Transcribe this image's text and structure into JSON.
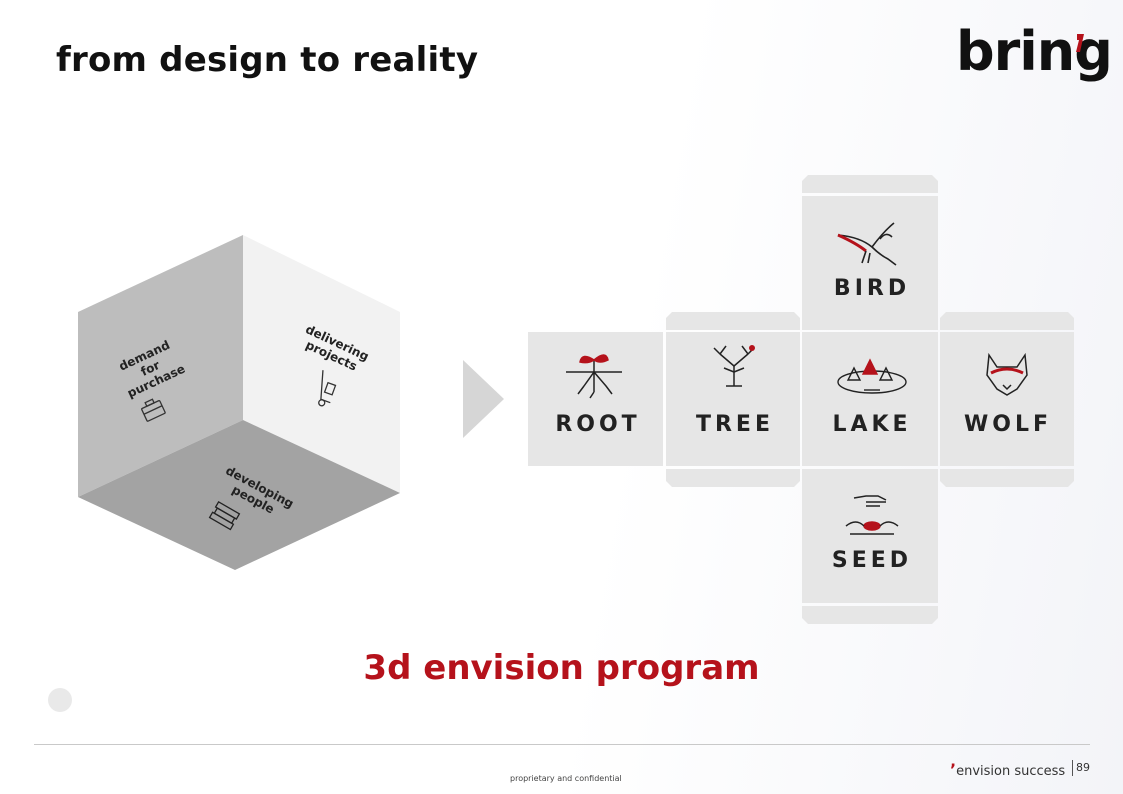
{
  "slide": {
    "title": "from design to reality",
    "subtitle": "3d envision program",
    "logo": "bring",
    "footer_left": "proprietary and confidential",
    "footer_right": "envision success",
    "page_number": "89"
  },
  "cube": {
    "faces": [
      {
        "lines": [
          "demand",
          "for",
          "purchase"
        ],
        "icon": "briefcase-icon"
      },
      {
        "lines": [
          "delivering",
          "projects"
        ],
        "icon": "hand-truck-icon"
      },
      {
        "lines": [
          "developing",
          "people"
        ],
        "icon": "books-icon"
      }
    ]
  },
  "net": {
    "top": "BIRD",
    "middle": [
      "ROOT",
      "TREE",
      "LAKE",
      "WOLF"
    ],
    "bottom": "SEED"
  },
  "colors": {
    "accent": "#b5121b",
    "panel": "#e6e6e6",
    "cube_left": "#bdbdbd",
    "cube_right": "#f2f2f2",
    "cube_bottom": "#a3a3a3"
  }
}
